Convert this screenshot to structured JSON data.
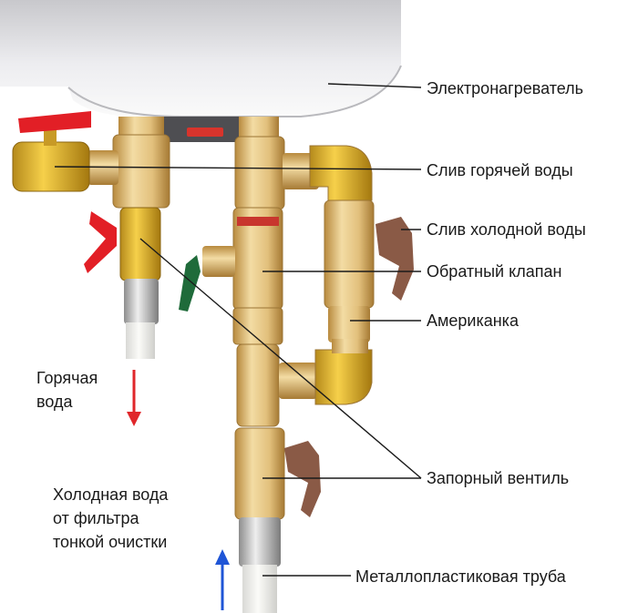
{
  "labels": {
    "heater": "Электронагреватель",
    "hot_drain": "Слив горячей воды",
    "cold_drain": "Слив холодной воды",
    "check_valve": "Обратный клапан",
    "union": "Американка",
    "shutoff_valve": "Запорный вентиль",
    "pipe": "Металлопластиковая труба"
  },
  "side_text": {
    "hot_water": [
      "Горячая",
      "вода"
    ],
    "cold_water": [
      "Холодная вода",
      "от фильтра",
      "тонкой очистки"
    ]
  },
  "colors": {
    "hot_arrow": "#e0262a",
    "cold_arrow": "#1f55d6",
    "brass": "#d9b36a",
    "chrome": "#cfcfcf",
    "handle_red": "#e21f26",
    "handle_green": "#1f6b3a",
    "handle_brown": "#8a5a46"
  }
}
